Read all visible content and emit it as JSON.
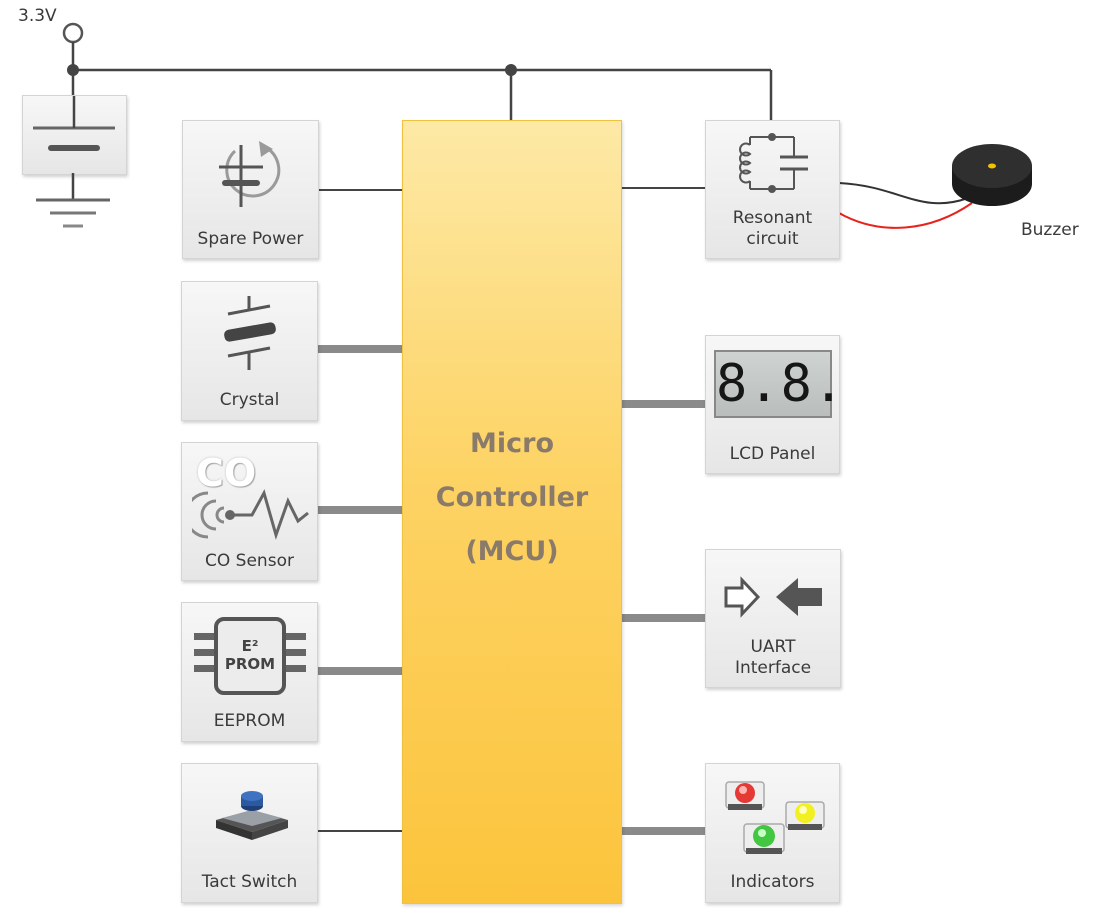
{
  "supply": {
    "voltage": "3.3V"
  },
  "mcu": {
    "lines": [
      "Micro",
      "Controller",
      "(MCU)"
    ]
  },
  "left_blocks": [
    {
      "label": "Spare Power",
      "icon": "spare-power-icon"
    },
    {
      "label": "Crystal",
      "icon": "crystal-icon"
    },
    {
      "label": "CO Sensor",
      "icon": "co-sensor-icon",
      "icon_text": "CO"
    },
    {
      "label": "EEPROM",
      "icon": "eeprom-chip-icon",
      "icon_text": [
        "E²",
        "PROM"
      ]
    },
    {
      "label": "Tact Switch",
      "icon": "tact-switch-icon"
    }
  ],
  "right_blocks": [
    {
      "label": [
        "Resonant",
        "circuit"
      ],
      "icon": "resonant-circuit-icon"
    },
    {
      "label": "LCD Panel",
      "icon": "lcd-display-icon",
      "display": "8.8."
    },
    {
      "label": [
        "UART",
        "Interface"
      ],
      "icon": "uart-arrows-icon"
    },
    {
      "label": "Indicators",
      "icon": "led-indicators-icon"
    }
  ],
  "buzzer": {
    "label": "Buzzer",
    "icon": "buzzer-icon"
  },
  "colors": {
    "mcu_top": "#fde9a6",
    "mcu_bottom": "#fcc43c",
    "mcu_text": "#8a7a6a",
    "wire": "#444444",
    "bus": "#8a8a8a",
    "led_red": "#e53935",
    "led_green": "#43c743",
    "led_yellow": "#f2f020",
    "buzzer_wire_red": "#e8231c"
  }
}
